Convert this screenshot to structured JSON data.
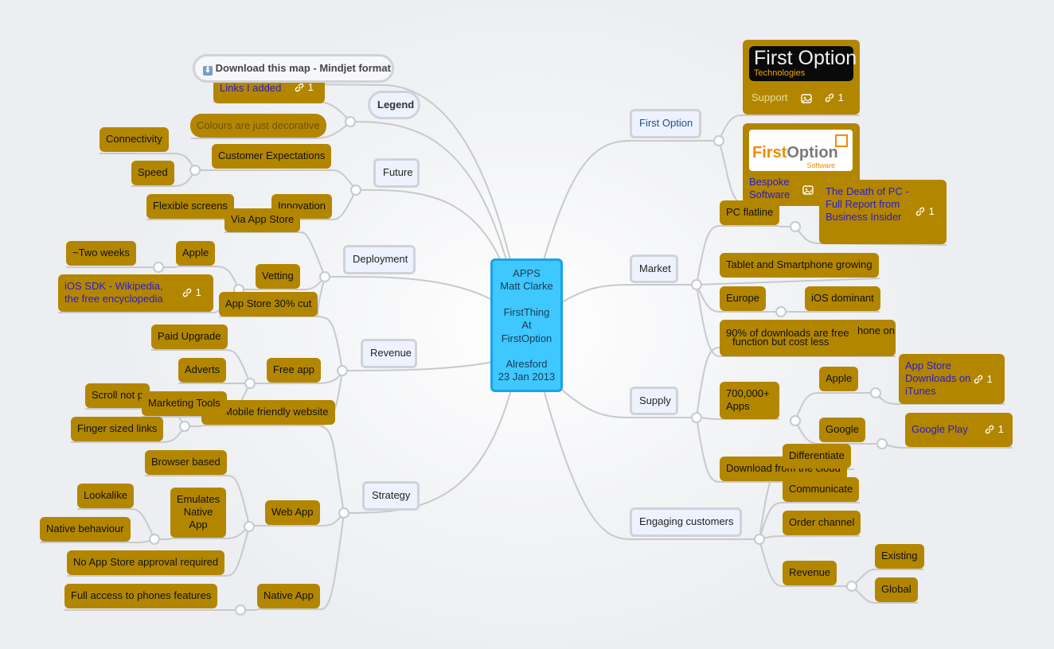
{
  "central": {
    "lines": [
      "APPS",
      "Matt Clarke",
      "",
      "FirstThing",
      "At",
      "FirstOption",
      "",
      "Alresford",
      "23 Jan 2013"
    ]
  },
  "download": "Download this map - Mindjet format",
  "legend": {
    "label": "Legend",
    "links_added": "Links I added",
    "links_added_count": "1",
    "colours": "Colours are just decorative"
  },
  "future": {
    "label": "Future",
    "customer_expectations": "Customer Expectations",
    "connectivity": "Connectivity",
    "speed": "Speed",
    "innovation": "Innovation",
    "flexible_screens": "Flexible screens"
  },
  "deployment": {
    "label": "Deployment",
    "via_app_store": "Via App Store",
    "vetting": "Vetting",
    "apple": "Apple",
    "two_weeks": "~Two weeks",
    "ios_sdk": "iOS SDK - Wikipedia, the free encyclopedia",
    "ios_sdk_count": "1"
  },
  "revenue": {
    "label": "Revenue",
    "app_store_cut": "App Store 30% cut",
    "free_app": "Free app",
    "paid_upgrade": "Paid Upgrade",
    "adverts": "Adverts",
    "marketing_tools": "Marketing Tools"
  },
  "strategy": {
    "label": "Strategy",
    "mobile_website": "Mobile friendly website",
    "scroll_not": "Scroll not p",
    "finger_links": "Finger sized links",
    "web_app": "Web App",
    "browser_based": "Browser based",
    "emulates_native": "Emulates Native App",
    "lookalike": "Lookalike",
    "native_behaviour": "Native behaviour",
    "no_approval": "No App Store approval required",
    "native_app": "Native App",
    "full_access": "Full access to phones features"
  },
  "first_option": {
    "label": "First Option",
    "logo1_line1": "First Option",
    "logo1_line2": "Technologies",
    "support": "Support",
    "support_count": "1",
    "logo2_first": "First",
    "logo2_option": "Option",
    "logo2_sub": "Software",
    "bespoke": "Bespoke Software"
  },
  "market": {
    "label": "Market",
    "pc_flatline": "PC flatline",
    "death_of_pc": "The Death of PC - Full Report from Business Insider",
    "death_count": "1",
    "tablet_growing": "Tablet and Smartphone growing",
    "europe": "Europe",
    "ios_dominant": "iOS dominant",
    "hidden_tail": "hone on",
    "hidden_line": "function but cost less"
  },
  "supply": {
    "label": "Supply",
    "downloads_free": "90% of downloads are free",
    "apps_700k": "700,000+ Apps",
    "apple": "Apple",
    "google": "Google",
    "app_store_downloads": "App Store Downloads on iTunes",
    "app_store_count": "1",
    "google_play": "Google Play",
    "google_play_count": "1",
    "download_cloud": "Download from the cloud"
  },
  "engaging": {
    "label": "Engaging customers",
    "differentiate": "Differentiate",
    "communicate": "Communicate",
    "order_channel": "Order channel",
    "revenue": "Revenue",
    "existing": "Existing",
    "global": "Global"
  }
}
